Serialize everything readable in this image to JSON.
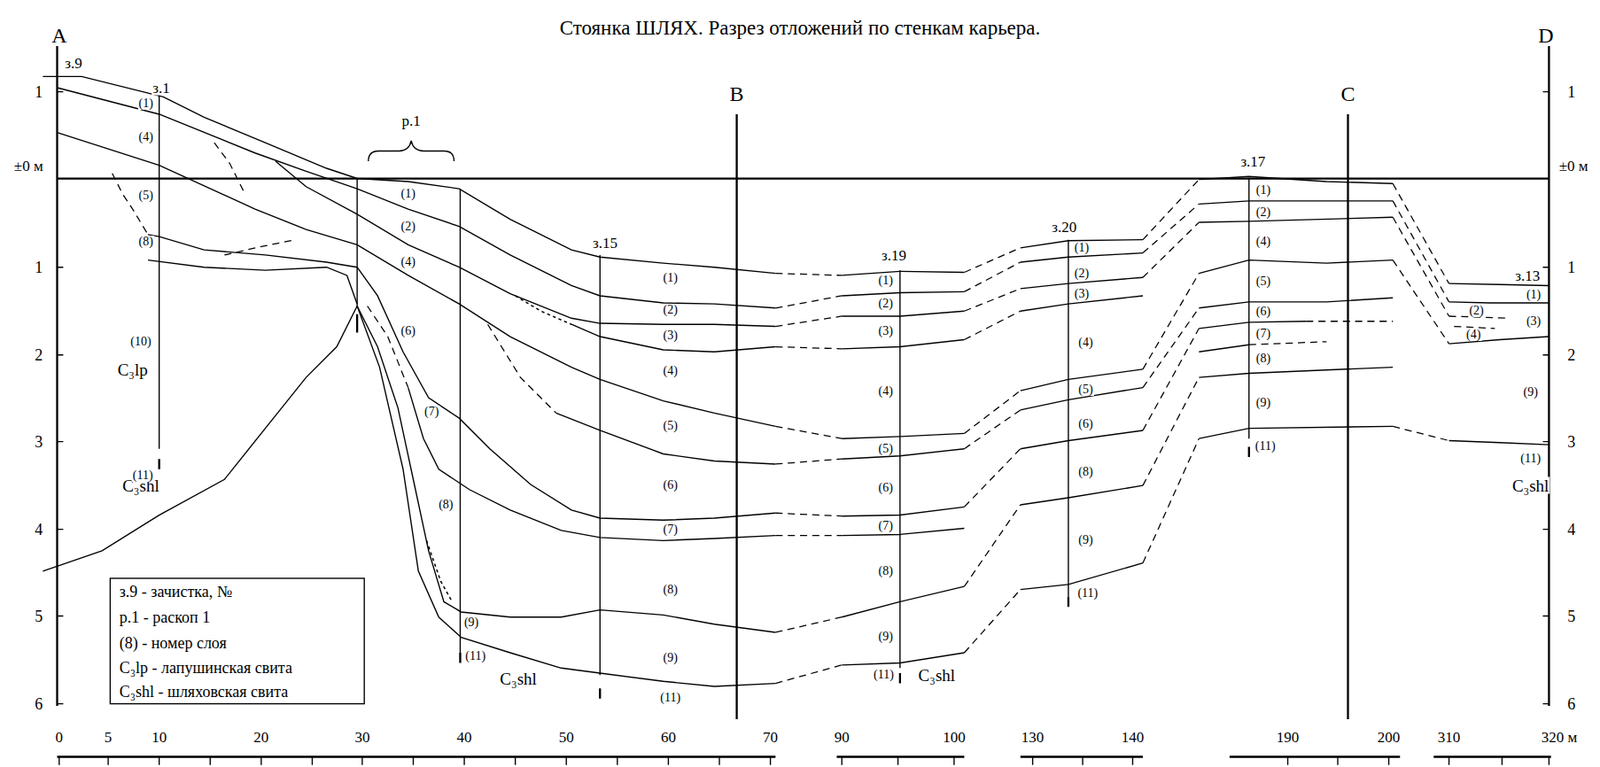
{
  "diagram": {
    "title": "Стоянка ШЛЯХ. Разрез отложений по стенкам карьера.",
    "labels": [
      "A",
      "D",
      "B",
      "C",
      "з.9",
      "з.1",
      "р.1",
      "з.15",
      "з.19",
      "з.20",
      "з.17",
      "з.13",
      "±0 м",
      "±0 м",
      "1",
      "1",
      "2",
      "3",
      "4",
      "5",
      "6",
      "1",
      "1",
      "2",
      "3",
      "4",
      "5",
      "6",
      "0",
      "5",
      "10",
      "20",
      "30",
      "40",
      "50",
      "60",
      "70",
      "90",
      "100",
      "130",
      "140",
      "190",
      "200",
      "310",
      "320 м",
      "C₃lp",
      "C₃shl",
      "C₃shl",
      "C₃shl",
      "C₃shl",
      "(1)",
      "(4)",
      "(5)",
      "(8)",
      "(10)",
      "(11)",
      "(1)",
      "(2)",
      "(4)",
      "(6)",
      "(7)",
      "(8)",
      "(9)",
      "(11)",
      "(1)",
      "(2)",
      "(3)",
      "(4)",
      "(5)",
      "(6)",
      "(7)",
      "(8)",
      "(9)",
      "(11)",
      "(1)",
      "(2)",
      "(3)",
      "(4)",
      "(5)",
      "(6)",
      "(7)",
      "(8)",
      "(9)",
      "(11)",
      "(1)",
      "(2)",
      "(3)",
      "(4)",
      "(5)",
      "(6)",
      "(8)",
      "(9)",
      "(11)",
      "(1)",
      "(2)",
      "(4)",
      "(5)",
      "(6)",
      "(7)",
      "(8)",
      "(9)",
      "(11)",
      "(1)",
      "(2)",
      "(3)",
      "(4)",
      "(9)",
      "(11)"
    ],
    "legend": [
      {
        "text": "з.9 - зачистка, №"
      },
      {
        "text": "р.1 - раскоп 1"
      },
      {
        "text": "(8) - номер слоя"
      },
      {
        "text": "C₃lp - лапушинская свита"
      },
      {
        "text": "C₃shl - шляховская свита"
      }
    ]
  }
}
